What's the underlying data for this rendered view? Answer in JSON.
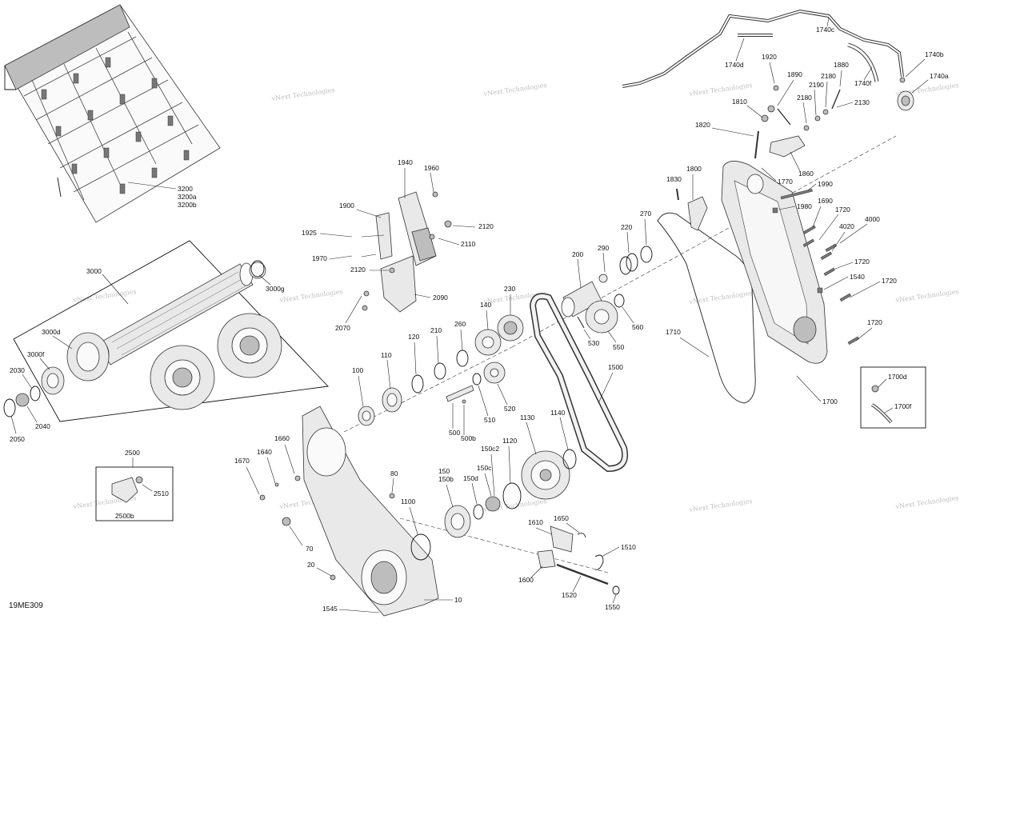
{
  "diagram_code": "19ME309",
  "watermark": "vNext Technologies",
  "callouts": {
    "p3200": "3200",
    "p3200a": "3200a",
    "p3200b": "3200b",
    "p3000": "3000",
    "p3000g": "3000g",
    "p3000d": "3000d",
    "p3000f": "3000f",
    "p2030": "2030",
    "p2040": "2040",
    "p2050": "2050",
    "p2500": "2500",
    "p2510": "2510",
    "p2500b": "2500b",
    "p1940": "1940",
    "p1960": "1960",
    "p1900": "1900",
    "p1925": "1925",
    "p1970": "1970",
    "p2120a": "2120",
    "p2120b": "2120",
    "p2110": "2110",
    "p2090": "2090",
    "p2070": "2070",
    "p1660": "1660",
    "p1640": "1640",
    "p1670": "1670",
    "p70": "70",
    "p20": "20",
    "p1545": "1545",
    "p10": "10",
    "p80": "80",
    "p1100": "1100",
    "p100": "100",
    "p110": "110",
    "p120": "120",
    "p210": "210",
    "p260": "260",
    "p140": "140",
    "p230": "230",
    "p500": "500",
    "p500b": "500b",
    "p510": "510",
    "p520": "520",
    "p150": "150",
    "p150b": "150b",
    "p150d": "150d",
    "p150c": "150c",
    "p150c2": "150c2",
    "p1120": "1120",
    "p1130": "1130",
    "p1140": "1140",
    "p1500": "1500",
    "p200": "200",
    "p290": "290",
    "p220": "220",
    "p270": "270",
    "p530": "530",
    "p550": "550",
    "p560": "560",
    "p1650": "1650",
    "p1610": "1610",
    "p1510": "1510",
    "p1600": "1600",
    "p1520": "1520",
    "p1550": "1550",
    "p1830": "1830",
    "p1800": "1800",
    "p1710": "1710",
    "p1700": "1700",
    "p1990": "1990",
    "p1980": "1980",
    "p1690": "1690",
    "p1720a": "1720",
    "p4000": "4000",
    "p4020": "4020",
    "p1720b": "1720",
    "p1540": "1540",
    "p1720c": "1720",
    "p1720d": "1720",
    "p1770": "1770",
    "p1860": "1860",
    "p1820": "1820",
    "p1810": "1810",
    "p1890": "1890",
    "p1920": "1920",
    "p2190": "2190",
    "p2180a": "2180",
    "p2180b": "2180",
    "p1880": "1880",
    "p2130": "2130",
    "p1740c": "1740c",
    "p1740d": "1740d",
    "p1740f": "1740f",
    "p1740b": "1740b",
    "p1740a": "1740a",
    "p1700d": "1700d",
    "p1700f": "1700f"
  }
}
